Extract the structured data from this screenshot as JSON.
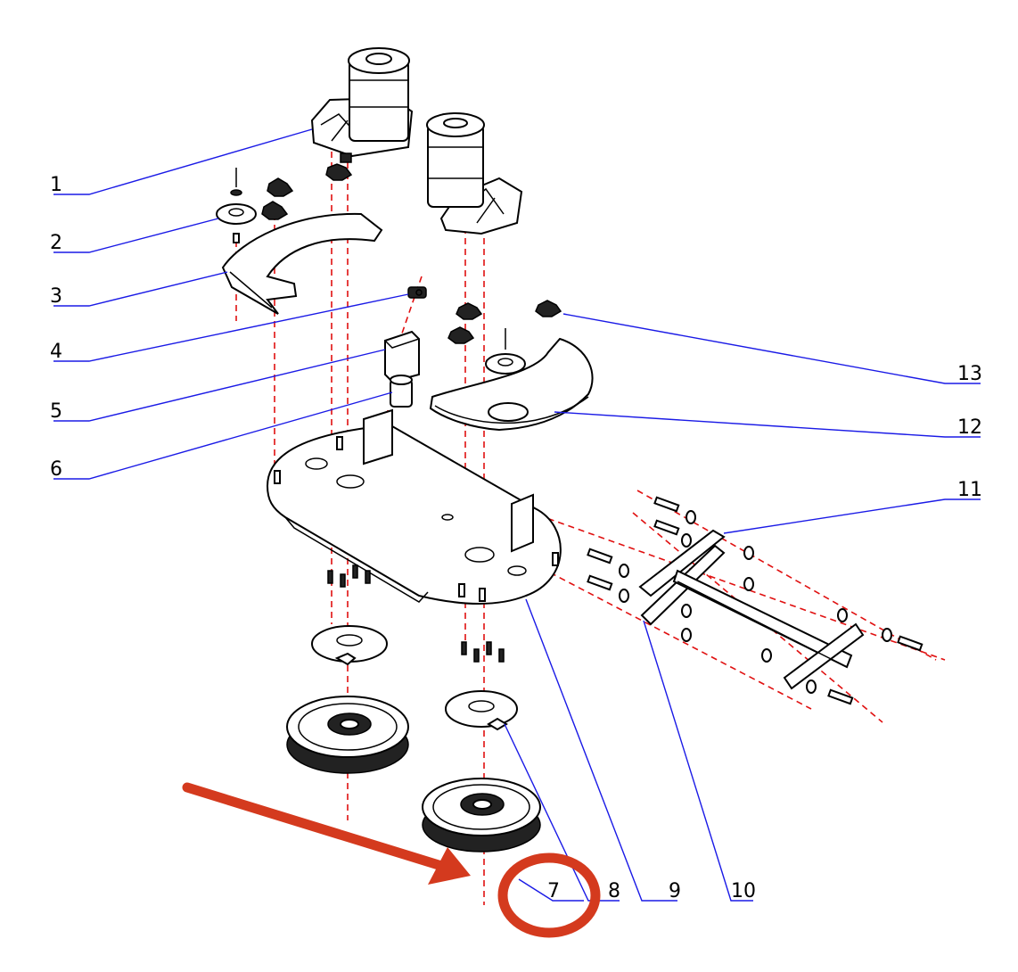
{
  "callouts": [
    {
      "id": "1",
      "text": "1"
    },
    {
      "id": "2",
      "text": "2"
    },
    {
      "id": "3",
      "text": "3"
    },
    {
      "id": "4",
      "text": "4"
    },
    {
      "id": "5",
      "text": "5"
    },
    {
      "id": "6",
      "text": "6"
    },
    {
      "id": "7",
      "text": "7"
    },
    {
      "id": "8",
      "text": "8"
    },
    {
      "id": "9",
      "text": "9"
    },
    {
      "id": "10",
      "text": "10"
    },
    {
      "id": "11",
      "text": "11"
    },
    {
      "id": "12",
      "text": "12"
    },
    {
      "id": "13",
      "text": "13"
    }
  ],
  "colors": {
    "leader_line": "#1a1ae6",
    "center_line": "#e01010",
    "annotation": "#d43a1e",
    "ink": "#000000"
  },
  "annotation": {
    "highlighted_callout": "7",
    "shapes": [
      "arrow",
      "circle"
    ]
  }
}
